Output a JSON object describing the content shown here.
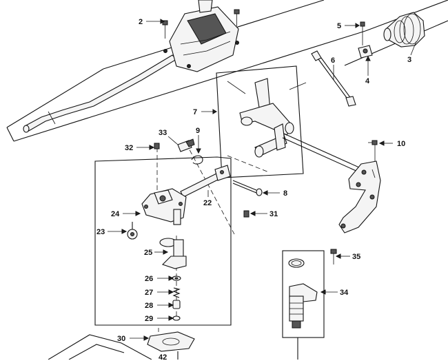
{
  "diagram": {
    "callouts": [
      {
        "id": "c2",
        "label": "2"
      },
      {
        "id": "c3",
        "label": "3"
      },
      {
        "id": "c4",
        "label": "4"
      },
      {
        "id": "c5",
        "label": "5"
      },
      {
        "id": "c6",
        "label": "6"
      },
      {
        "id": "c7",
        "label": "7"
      },
      {
        "id": "c8",
        "label": "8"
      },
      {
        "id": "c9",
        "label": "9"
      },
      {
        "id": "c10",
        "label": "10"
      },
      {
        "id": "c22",
        "label": "22"
      },
      {
        "id": "c23",
        "label": "23"
      },
      {
        "id": "c24",
        "label": "24"
      },
      {
        "id": "c25",
        "label": "25"
      },
      {
        "id": "c26",
        "label": "26"
      },
      {
        "id": "c27",
        "label": "27"
      },
      {
        "id": "c28",
        "label": "28"
      },
      {
        "id": "c29",
        "label": "29"
      },
      {
        "id": "c30",
        "label": "30"
      },
      {
        "id": "c31",
        "label": "31"
      },
      {
        "id": "c32",
        "label": "32"
      },
      {
        "id": "c33",
        "label": "33"
      },
      {
        "id": "c34",
        "label": "34"
      },
      {
        "id": "c35",
        "label": "35"
      },
      {
        "id": "c42",
        "label": "42"
      }
    ]
  }
}
